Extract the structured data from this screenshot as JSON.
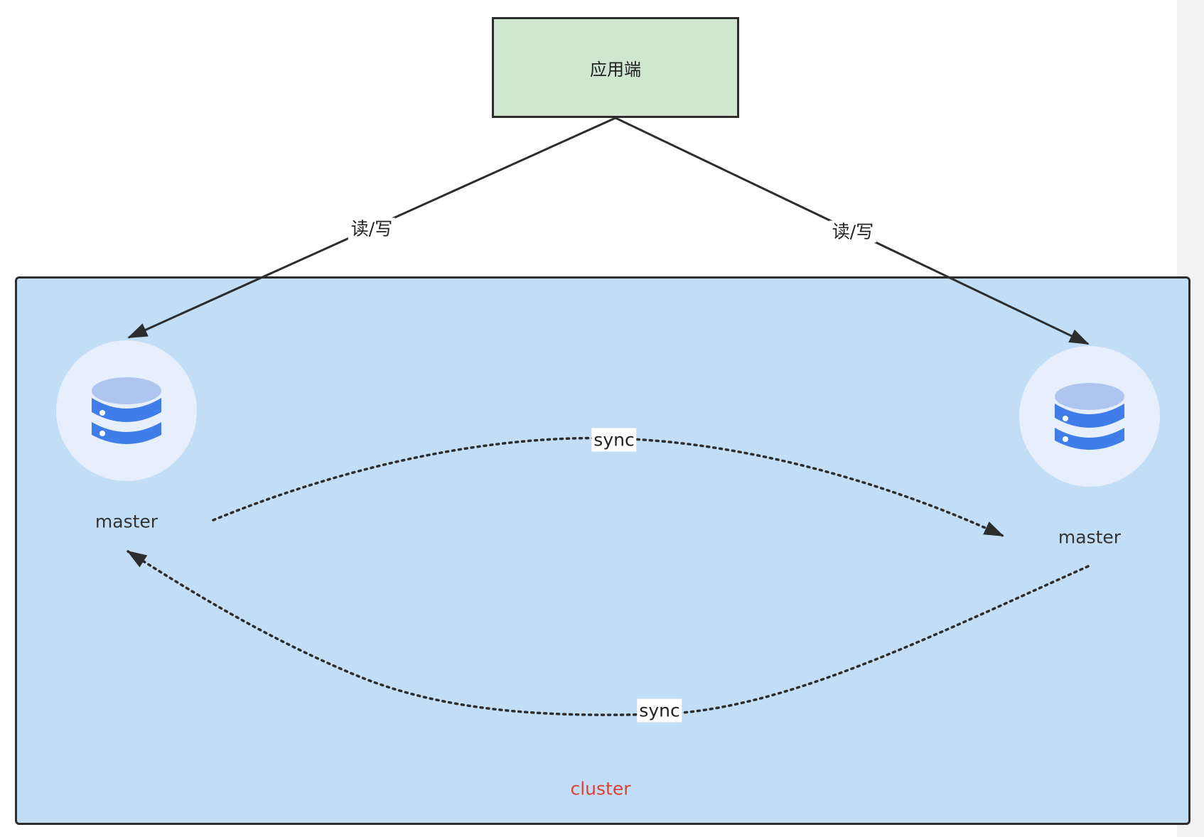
{
  "diagram": {
    "app_node": {
      "label": "应用端"
    },
    "cluster": {
      "label": "cluster"
    },
    "masters": [
      {
        "label": "master"
      },
      {
        "label": "master"
      }
    ],
    "edges": [
      {
        "from": "应用端",
        "to": "master (left)",
        "label": "读/写",
        "style": "solid"
      },
      {
        "from": "应用端",
        "to": "master (right)",
        "label": "读/写",
        "style": "solid"
      },
      {
        "from": "master (left)",
        "to": "master (right)",
        "label": "sync",
        "style": "dotted"
      },
      {
        "from": "master (right)",
        "to": "master (left)",
        "label": "sync",
        "style": "dotted"
      }
    ],
    "colors": {
      "app_fill": "#cfe6cf",
      "cluster_fill": "#c2ddf6",
      "cluster_label": "#d9423a",
      "db_circle": "#e6effb",
      "db_icon": "#3f7de8",
      "db_icon_top": "#aec5f0",
      "stroke": "#2d2d2d"
    },
    "icons": [
      "database-icon",
      "database-icon"
    ]
  }
}
